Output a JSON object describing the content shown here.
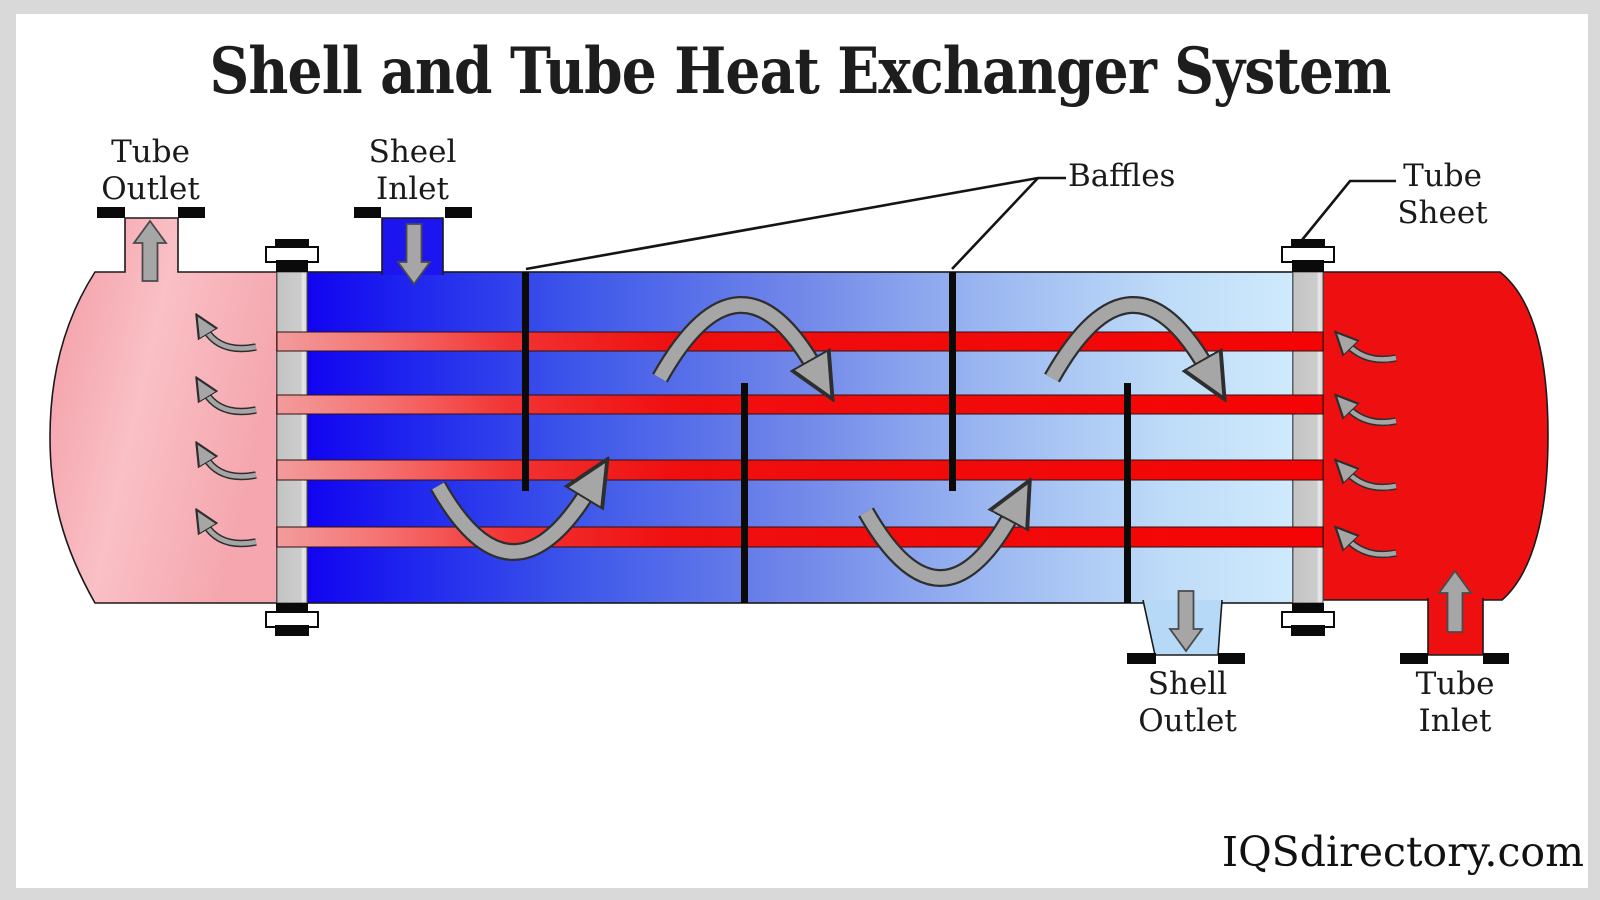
{
  "title": "Shell and Tube Heat Exchanger System",
  "watermark": "IQSdirectory.com",
  "labels": {
    "tube_outlet": {
      "line1": "Tube",
      "line2": "Outlet"
    },
    "shell_inlet": {
      "line1": "Sheel",
      "line2": "Inlet"
    },
    "baffles": "Baffles",
    "tube_sheet": {
      "line1": "Tube",
      "line2": "Sheet"
    },
    "shell_outlet": {
      "line1": "Shell",
      "line2": "Outlet"
    },
    "tube_inlet": {
      "line1": "Tube",
      "line2": "Inlet"
    }
  },
  "diagram": {
    "tube_count": 4,
    "baffle_count": 4,
    "flow_indicators": [
      "tube-outlet-up-arrow",
      "shell-inlet-down-arrow",
      "shell-outlet-down-arrow",
      "tube-inlet-up-arrow",
      "shell-side-serpentine-arrows",
      "tube-side-curved-arrows"
    ]
  },
  "colors": {
    "frame_gray": "#d9d9d9",
    "canvas_white": "#ffffff",
    "shell_hot_blue": "#1203f0",
    "shell_cold_blue": "#cfeafc",
    "tube_hot_red": "#f40404",
    "tube_cooled_pink": "#f29c9c",
    "left_cap_pink": "#f6a9b1",
    "right_cap_red": "#ee1010",
    "shell_outlet_blue": "#b5d9f7",
    "tube_sheet_gray": "#c9c9c9",
    "baffle_black": "#0a0a0a",
    "arrow_gray": "#a6a6a6",
    "text_black": "#1a1a1a"
  }
}
